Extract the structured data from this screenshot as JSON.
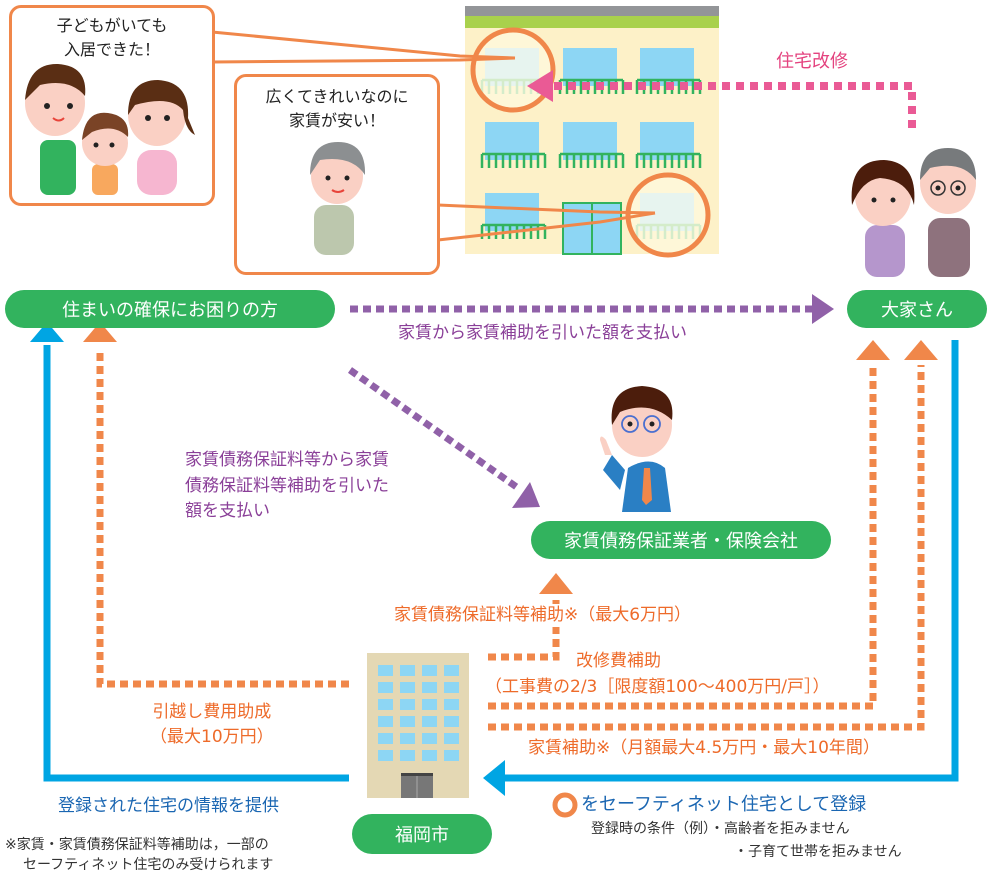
{
  "colors": {
    "pill_green": "#32b35e",
    "orange": "#f0874a",
    "purple": "#9061a8",
    "blue": "#00a5e3",
    "pink": "#ea5a95",
    "building_wall": "#fdf1c8",
    "building_roof_green": "#a9d14c",
    "window_blue": "#8dd6f4"
  },
  "bubbles": {
    "family": {
      "line1": "子どもがいても",
      "line2": "入居できた！"
    },
    "elder": {
      "line1": "広くてきれいなのに",
      "line2": "家賃が安い！"
    }
  },
  "labels": {
    "renovation": "住宅改修",
    "tenant": "住まいの確保にお困りの方",
    "landlord": "大家さん",
    "guarantor": "家賃債務保証業者・保険会社",
    "city": "福岡市",
    "rent_payment": "家賃から家賃補助を引いた額を支払い",
    "guarantee_payment": [
      "家賃債務保証料等から家賃",
      "債務保証料等補助を引いた",
      "額を支払い"
    ],
    "guarantee_subsidy": "家賃債務保証料等補助※（最大6万円）",
    "renovation_subsidy": [
      "改修費補助",
      "（工事費の2/3［限度額100～400万円/戸］）"
    ],
    "rent_subsidy": "家賃補助※（月額最大4.5万円・最大10年間）",
    "moving_subsidy": [
      "引越し費用助成",
      "（最大10万円）"
    ],
    "info_provide": "登録された住宅の情報を提供",
    "register": "をセーフティネット住宅として登録",
    "conditions": [
      "登録時の条件（例）・高齢者を拒みません",
      "・子育て世帯を拒みません"
    ],
    "footnote": [
      "※家賃・家賃債務保証料等補助は，一部の",
      "セーフティネット住宅のみ受けられます"
    ]
  },
  "icons": [
    "family-illustration",
    "elderly-woman-illustration",
    "apartment-building-illustration",
    "landlord-couple-illustration",
    "guarantor-staff-illustration",
    "city-hall-building-icon",
    "orange-circle-icon"
  ]
}
